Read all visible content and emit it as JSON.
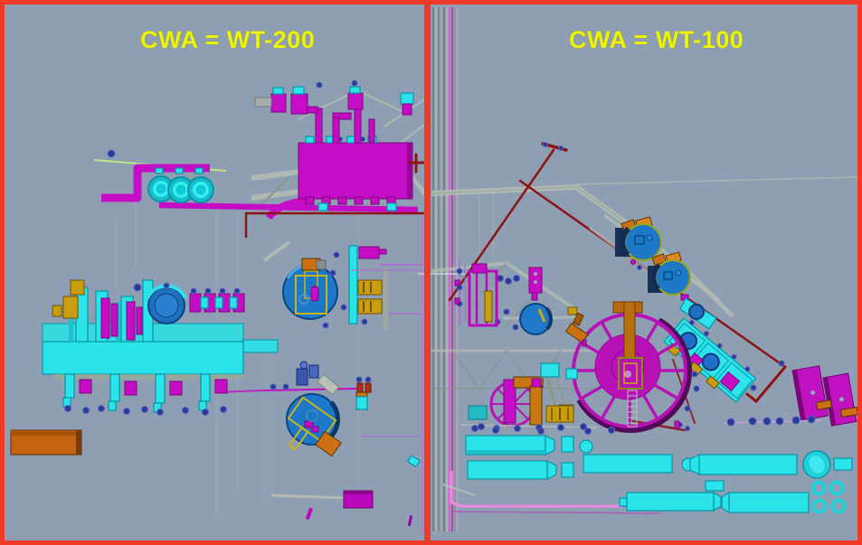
{
  "scene": {
    "type": "3d-plant-model-viewport",
    "background": "#8e9eb3",
    "border_color": "#ee3a26",
    "divider_color": "#ee3a26"
  },
  "labels": {
    "left": "CWA = WT-200",
    "right": "CWA = WT-100",
    "color": "#edf402"
  },
  "areas": [
    {
      "id": "wt-200",
      "label": "CWA = WT-200",
      "position": "left"
    },
    {
      "id": "wt-100",
      "label": "CWA = WT-100",
      "position": "right"
    }
  ],
  "palette": {
    "c-bg": "#8e9eb3",
    "c-border": "#ee3a26",
    "c-label": "#edf402",
    "c-magenta": "#c50dc5",
    "c-magenta-dk": "#7a067c",
    "c-purple-dk": "#4e0452",
    "c-cyan": "#2ae4ea",
    "c-cyan-mid": "#17bcc8",
    "c-cyan-dk": "#0894a8",
    "c-blue": "#1e78c8",
    "c-blue-dk": "#0b4484",
    "c-navy": "#2a3a9c",
    "c-orange": "#cc7014",
    "c-orange-dk": "#5a3404",
    "c-gold": "#c99d0e",
    "c-gold-dk": "#6b5404",
    "c-steel": "#b3bbb3",
    "c-steel-dk": "#8a948a",
    "c-olive": "#8a9a6a",
    "c-darkred": "#8c1414",
    "c-pink": "#ef8ae0",
    "c-violet": "#a86fd0",
    "c-greenline": "#bce48c",
    "c-rim": "#9aa816",
    "c-yel": "#c9b31c"
  },
  "equipment": {
    "wt-200": [
      "blower-pump-cluster",
      "magenta-process-block",
      "agitator-tank-upper",
      "agitator-tank-lower",
      "pipe-rack-module",
      "orange-skid-box"
    ],
    "wt-100": [
      "vertical-pipe-bundle",
      "clarifier-wheel-large",
      "clarifier-wheel-small",
      "inclined-tank-pair",
      "inclined-equipment-train",
      "horizontal-vessel-farm",
      "magenta-plate-pair"
    ]
  }
}
